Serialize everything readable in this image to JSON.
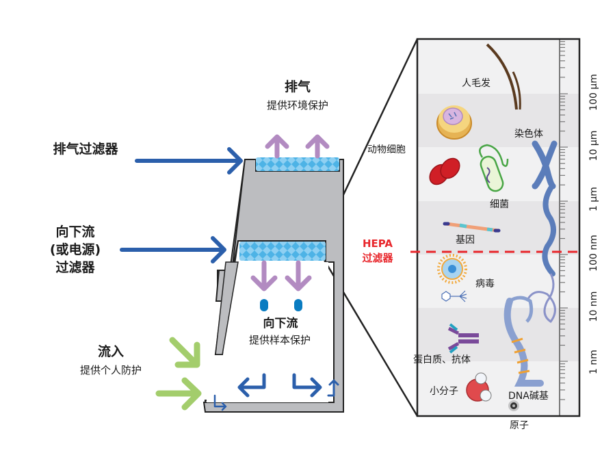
{
  "cabinet": {
    "exhaust_title": "排气",
    "exhaust_sub": "提供环境保护",
    "exhaust_filter_label": "排气过滤器",
    "downflow_filter_label": [
      "向下流",
      "(或电源)",
      "过滤器"
    ],
    "downflow_title": "向下流",
    "downflow_sub": "提供样本保护",
    "inflow_title": "流入",
    "inflow_sub": "提供个人防护"
  },
  "scale": {
    "hepa_label": [
      "HEPA",
      "过滤器"
    ],
    "units": [
      "100 µm",
      "10 µm",
      "1 µm",
      "100 nm",
      "10 nm",
      "1 nm"
    ],
    "items": {
      "hair": "人毛发",
      "animal_cell": "动物细胞",
      "chromosome": "染色体",
      "bacteria": "细菌",
      "gene": "基因",
      "virus": "病毒",
      "protein": "蛋白质、抗体",
      "small_molecule": "小分子",
      "dna_base": "DNA碱基",
      "atom": "原子"
    }
  },
  "colors": {
    "cabinet_gray": "#bcbdc0",
    "arrow_blue": "#2b5fab",
    "filter_blue": "#4db3e6",
    "airflow_purple": "#b28bc1",
    "inflow_green": "#a3cd6c",
    "hepa_red": "#e8262b",
    "band_light": "#f1f1f2",
    "band_dark": "#e6e5e7"
  }
}
